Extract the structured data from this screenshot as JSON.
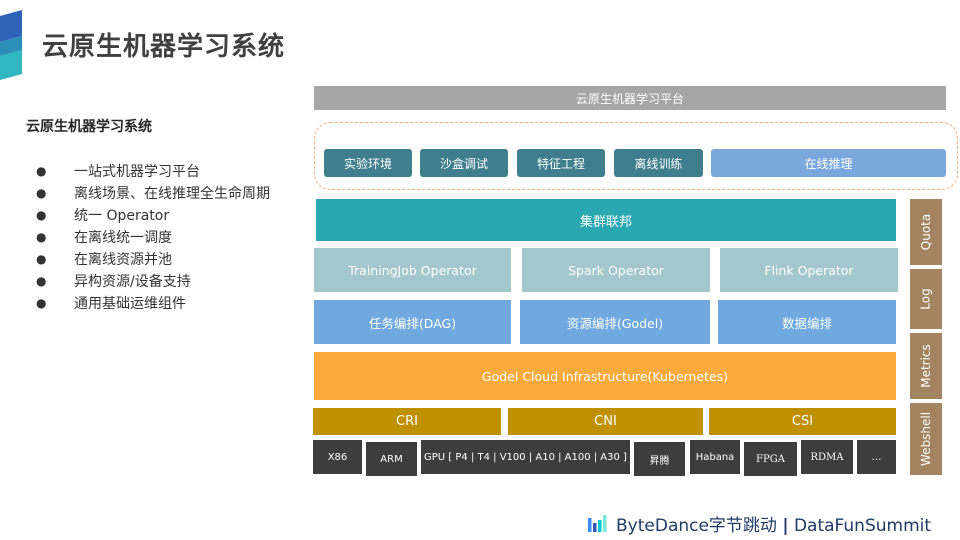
{
  "slide": {
    "title": "云原生机器学习系统",
    "section_heading": "云原生机器学习系统",
    "bullet_symbol": "●",
    "bullets": [
      "一站式机器学习平台",
      "离线场景、在线推理全生命周期",
      "统一 Operator",
      "在离线统一调度",
      "在离线资源并池",
      "异构资源/设备支持",
      "通用基础运维组件"
    ]
  },
  "diagram": {
    "platform": "云原生机器学习平台",
    "tools": [
      "实验环境",
      "沙盒调试",
      "特征工程",
      "离线训练",
      "在线推理"
    ],
    "federation": "集群联邦",
    "operators": [
      "TrainingJob Operator",
      "Spark Operator",
      "Flink Operator"
    ],
    "orchestration": [
      "任务编排(DAG)",
      "资源编排(Godel)",
      "数据编排"
    ],
    "infrastructure": "Godel Cloud Infrastructure(Kubernetes)",
    "interfaces": [
      "CRI",
      "CNI",
      "CSI"
    ],
    "hardware": [
      "X86",
      "ARM",
      "GPU [ P4 | T4 | V100 | A10 | A100 | A30 ]",
      "昇腾",
      "Habana",
      "FPGA",
      "RDMA",
      "…"
    ],
    "side_components": [
      "Quota",
      "Log",
      "Metrics",
      "Webshell"
    ]
  },
  "footer": {
    "brand": "ByteDance字节跳动",
    "separator": "|",
    "event": "DataFunSummit"
  },
  "colors": {
    "title_text": "#404040",
    "platform_bar": "#a6a6a6",
    "dashed_border": "#f4b183",
    "tool": "#3f7e8c",
    "tool_online": "#7aa8dc",
    "federation": "#2aa8b2",
    "operator": "#a3c7cd",
    "orchestration": "#6fa9df",
    "infrastructure": "#f8ab3c",
    "interface": "#bf9000",
    "hardware": "#3d3d3d",
    "side_component": "#a38461",
    "footer_text": "#1f3a63"
  },
  "icons": {
    "corner_logo": "blue-teal-cube-icon",
    "footer_logo": "bytedance-bars-icon"
  }
}
